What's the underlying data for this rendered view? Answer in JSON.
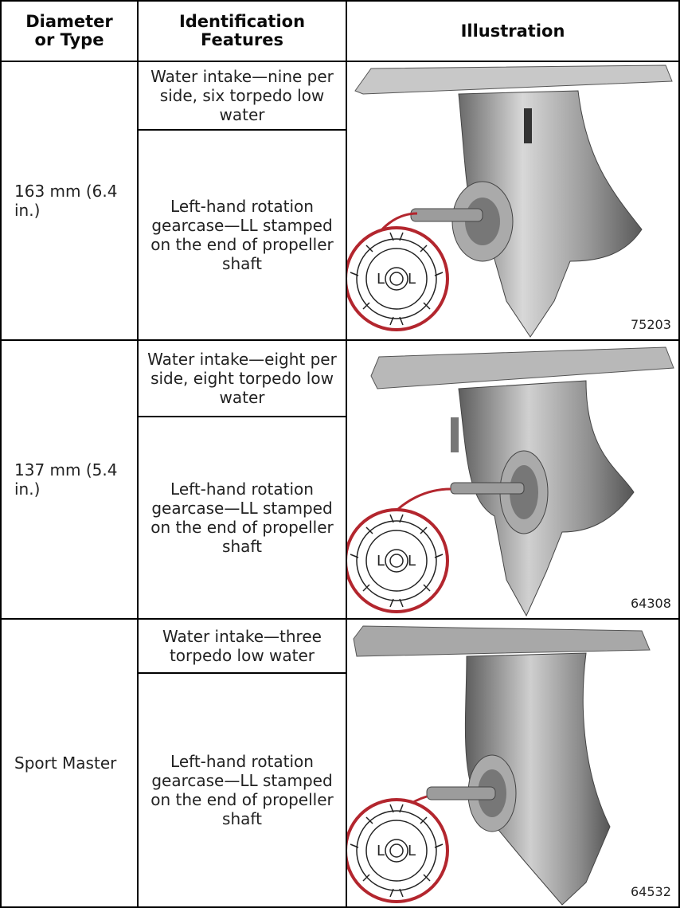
{
  "headers": {
    "col1": "Diameter or Type",
    "col2": "Identification Features",
    "col3": "Illustration"
  },
  "rows": [
    {
      "diameter": "163 mm (6.4 in.)",
      "feature_intake": "Water intake—nine per side, six torpedo low water",
      "feature_rotation": "Left-hand rotation gearcase—LL stamped on the end of propeller shaft",
      "figure_number": "75203",
      "stamp_letter": "L"
    },
    {
      "diameter": "137 mm (5.4 in.)",
      "feature_intake": "Water intake—eight per side, eight torpedo low water",
      "feature_rotation": "Left-hand rotation gearcase—LL stamped on the end of propeller shaft",
      "figure_number": "64308",
      "stamp_letter": "L"
    },
    {
      "diameter": "Sport Master",
      "feature_intake": "Water intake—three torpedo low water",
      "feature_rotation": "Left-hand rotation gearcase—LL stamped on the end of propeller shaft",
      "figure_number": "64532",
      "stamp_letter": "L"
    }
  ],
  "colors": {
    "border": "#000000",
    "callout": "#b3262e"
  }
}
